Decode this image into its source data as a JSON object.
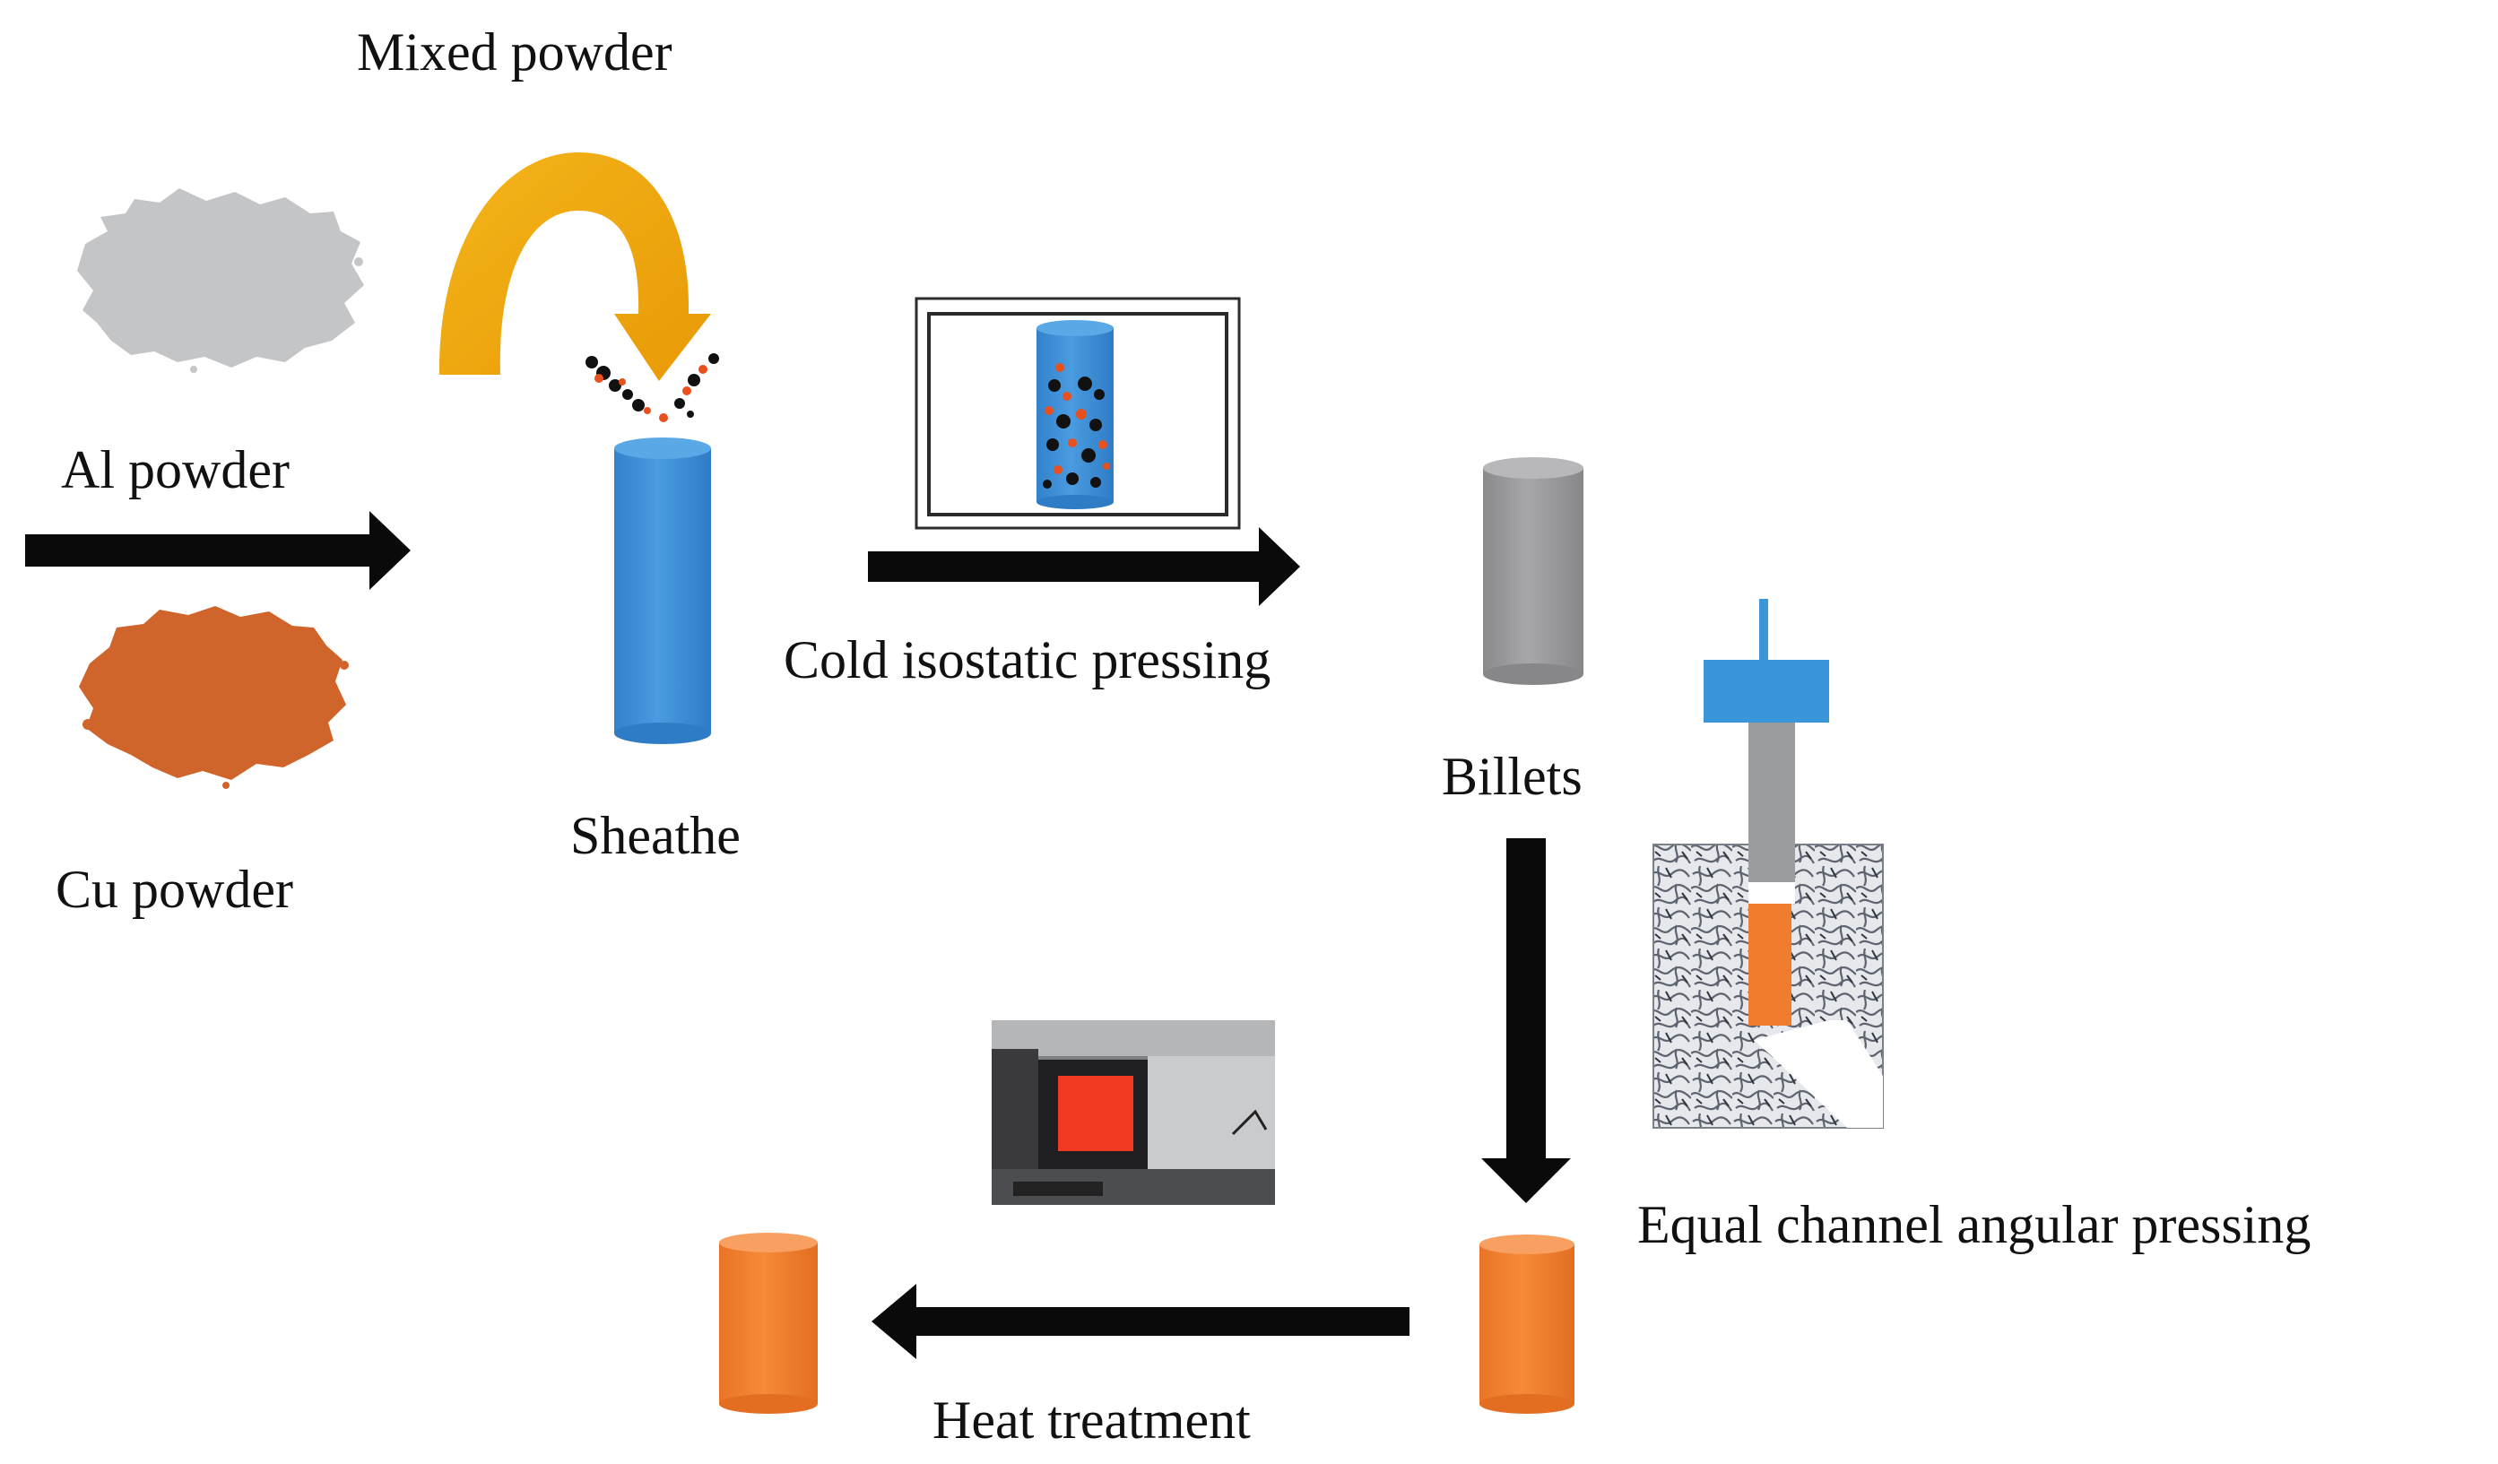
{
  "labels": {
    "mixed_powder": "Mixed powder",
    "al_powder": "Al powder",
    "cu_powder": "Cu powder",
    "sheathe": "Sheathe",
    "cold_isostatic_pressing": "Cold isostatic pressing",
    "billets": "Billets",
    "ecap": "Equal channel angular pressing",
    "heat_treatment": "Heat treatment"
  },
  "colors": {
    "al_powder": "#c4c5c7",
    "cu_powder": "#d0652c",
    "mixed_arrow": "#f0a90c",
    "sheathe": "#3d8fd6",
    "billet": "#9a9a9c",
    "cu_billet": "#f07d2d",
    "arrow": "#0a0a0a",
    "die_cap": "#3a96d8",
    "furnace_glow": "#f03a22"
  },
  "icons": [
    "al-powder-pile",
    "cu-powder-pile",
    "mixed-powder-curved-arrow",
    "powder-particles",
    "sheathe-cylinder",
    "cip-vessel",
    "billet-cylinder",
    "ecap-die",
    "furnace-photo",
    "processed-billet",
    "heat-treated-billet"
  ]
}
